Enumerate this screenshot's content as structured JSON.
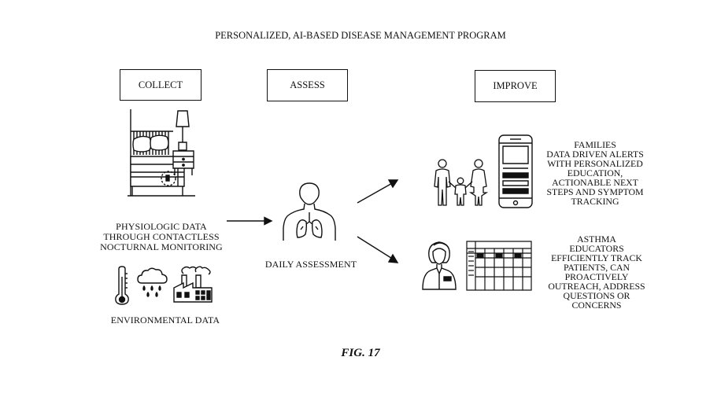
{
  "title": "PERSONALIZED, AI-BASED DISEASE MANAGEMENT PROGRAM",
  "stages": {
    "collect": "COLLECT",
    "assess": "ASSESS",
    "improve": "IMPROVE"
  },
  "collect": {
    "physiologic_lines": [
      "PHYSIOLOGIC DATA",
      "THROUGH CONTACTLESS",
      "NOCTURNAL MONITORING"
    ],
    "environmental": "ENVIRONMENTAL DATA"
  },
  "assess": {
    "label": "DAILY ASSESSMENT"
  },
  "improve": {
    "families_lines": [
      "FAMILIES",
      "DATA DRIVEN ALERTS",
      "WITH PERSONALIZED",
      "EDUCATION,",
      "ACTIONABLE NEXT",
      "STEPS AND SYMPTOM",
      "TRACKING"
    ],
    "educators_lines": [
      "ASTHMA",
      "EDUCATORS",
      "EFFICIENTLY TRACK",
      "PATIENTS, CAN",
      "PROACTIVELY",
      "OUTREACH, ADDRESS",
      "QUESTIONS OR",
      "CONCERNS"
    ]
  },
  "figure_label": "FIG. 17",
  "icons": [
    "bedroom-icon",
    "thermometer-icon",
    "rain-cloud-icon",
    "factory-icon",
    "person-lungs-icon",
    "family-icon",
    "smartphone-icon",
    "educator-icon",
    "calendar-grid-icon"
  ]
}
